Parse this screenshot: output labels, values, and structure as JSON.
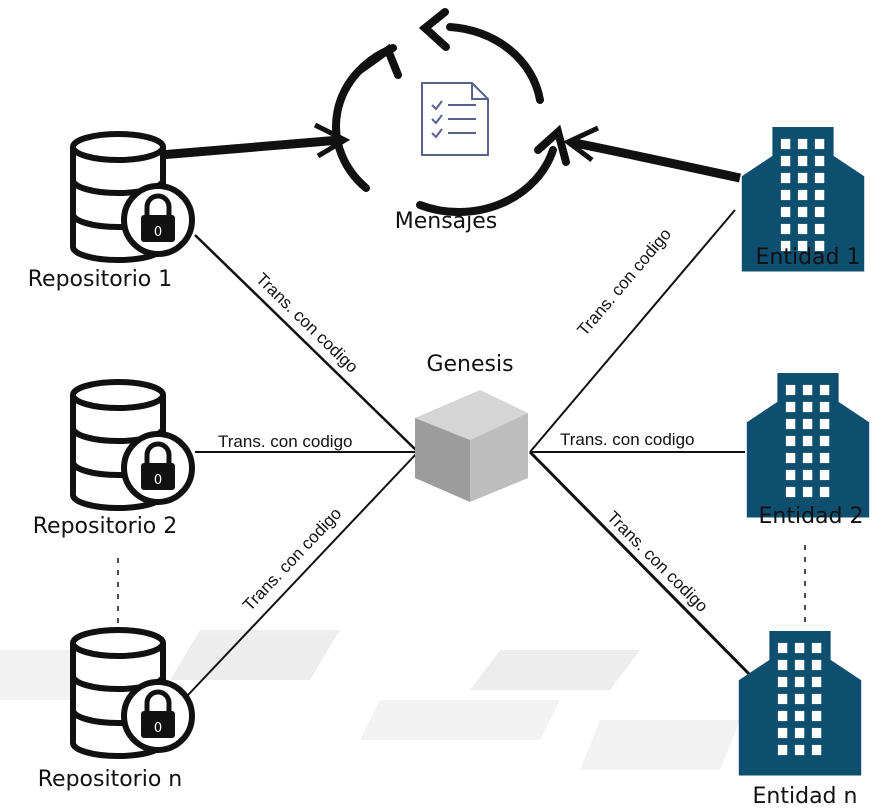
{
  "title": "Mensajes",
  "center": {
    "label": "Genesis"
  },
  "repositories": [
    {
      "label": "Repositorio 1",
      "lock": "0"
    },
    {
      "label": "Repositorio 2",
      "lock": "0"
    },
    {
      "label": "Repositorio n",
      "lock": "0"
    }
  ],
  "entities": [
    {
      "label": "Entidad 1"
    },
    {
      "label": "Entidad 2"
    },
    {
      "label": "Entidad n"
    }
  ],
  "edge_label": "Trans. con codigo",
  "icons": {
    "document": "document-checklist-icon",
    "cycle": "cycle-arrows-icon",
    "database": "database-icon",
    "lock": "padlock-icon",
    "building": "building-icon",
    "cube": "cube-icon"
  },
  "colors": {
    "building": "#0e4f6f",
    "cube": "#a9a9a9",
    "line": "#111111"
  }
}
